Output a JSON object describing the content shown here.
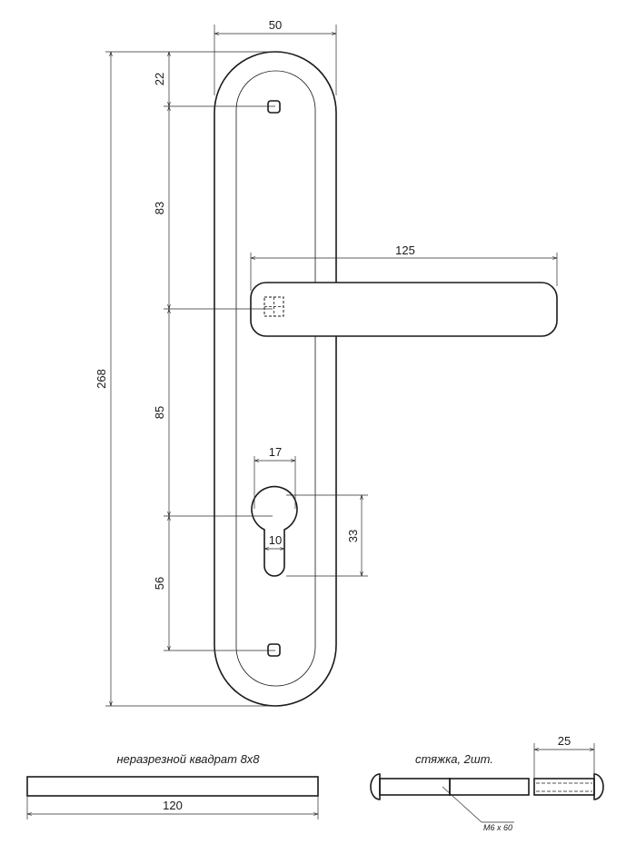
{
  "dimensions": {
    "plate_width": "50",
    "top_to_screw": "22",
    "screw_to_handle": "83",
    "handle_to_keyhole": "85",
    "keyhole_to_screw": "56",
    "total_height": "268",
    "handle_length": "125",
    "keyhole_width": "17",
    "keyhole_slot": "10",
    "keyhole_height": "33",
    "spindle_length": "120",
    "bolt_sleeve_length": "25"
  },
  "captions": {
    "spindle": "неразрезной квадрат 8x8",
    "bolts": "стяжка, 2шт.",
    "bolt_spec": "M6 x 60"
  }
}
